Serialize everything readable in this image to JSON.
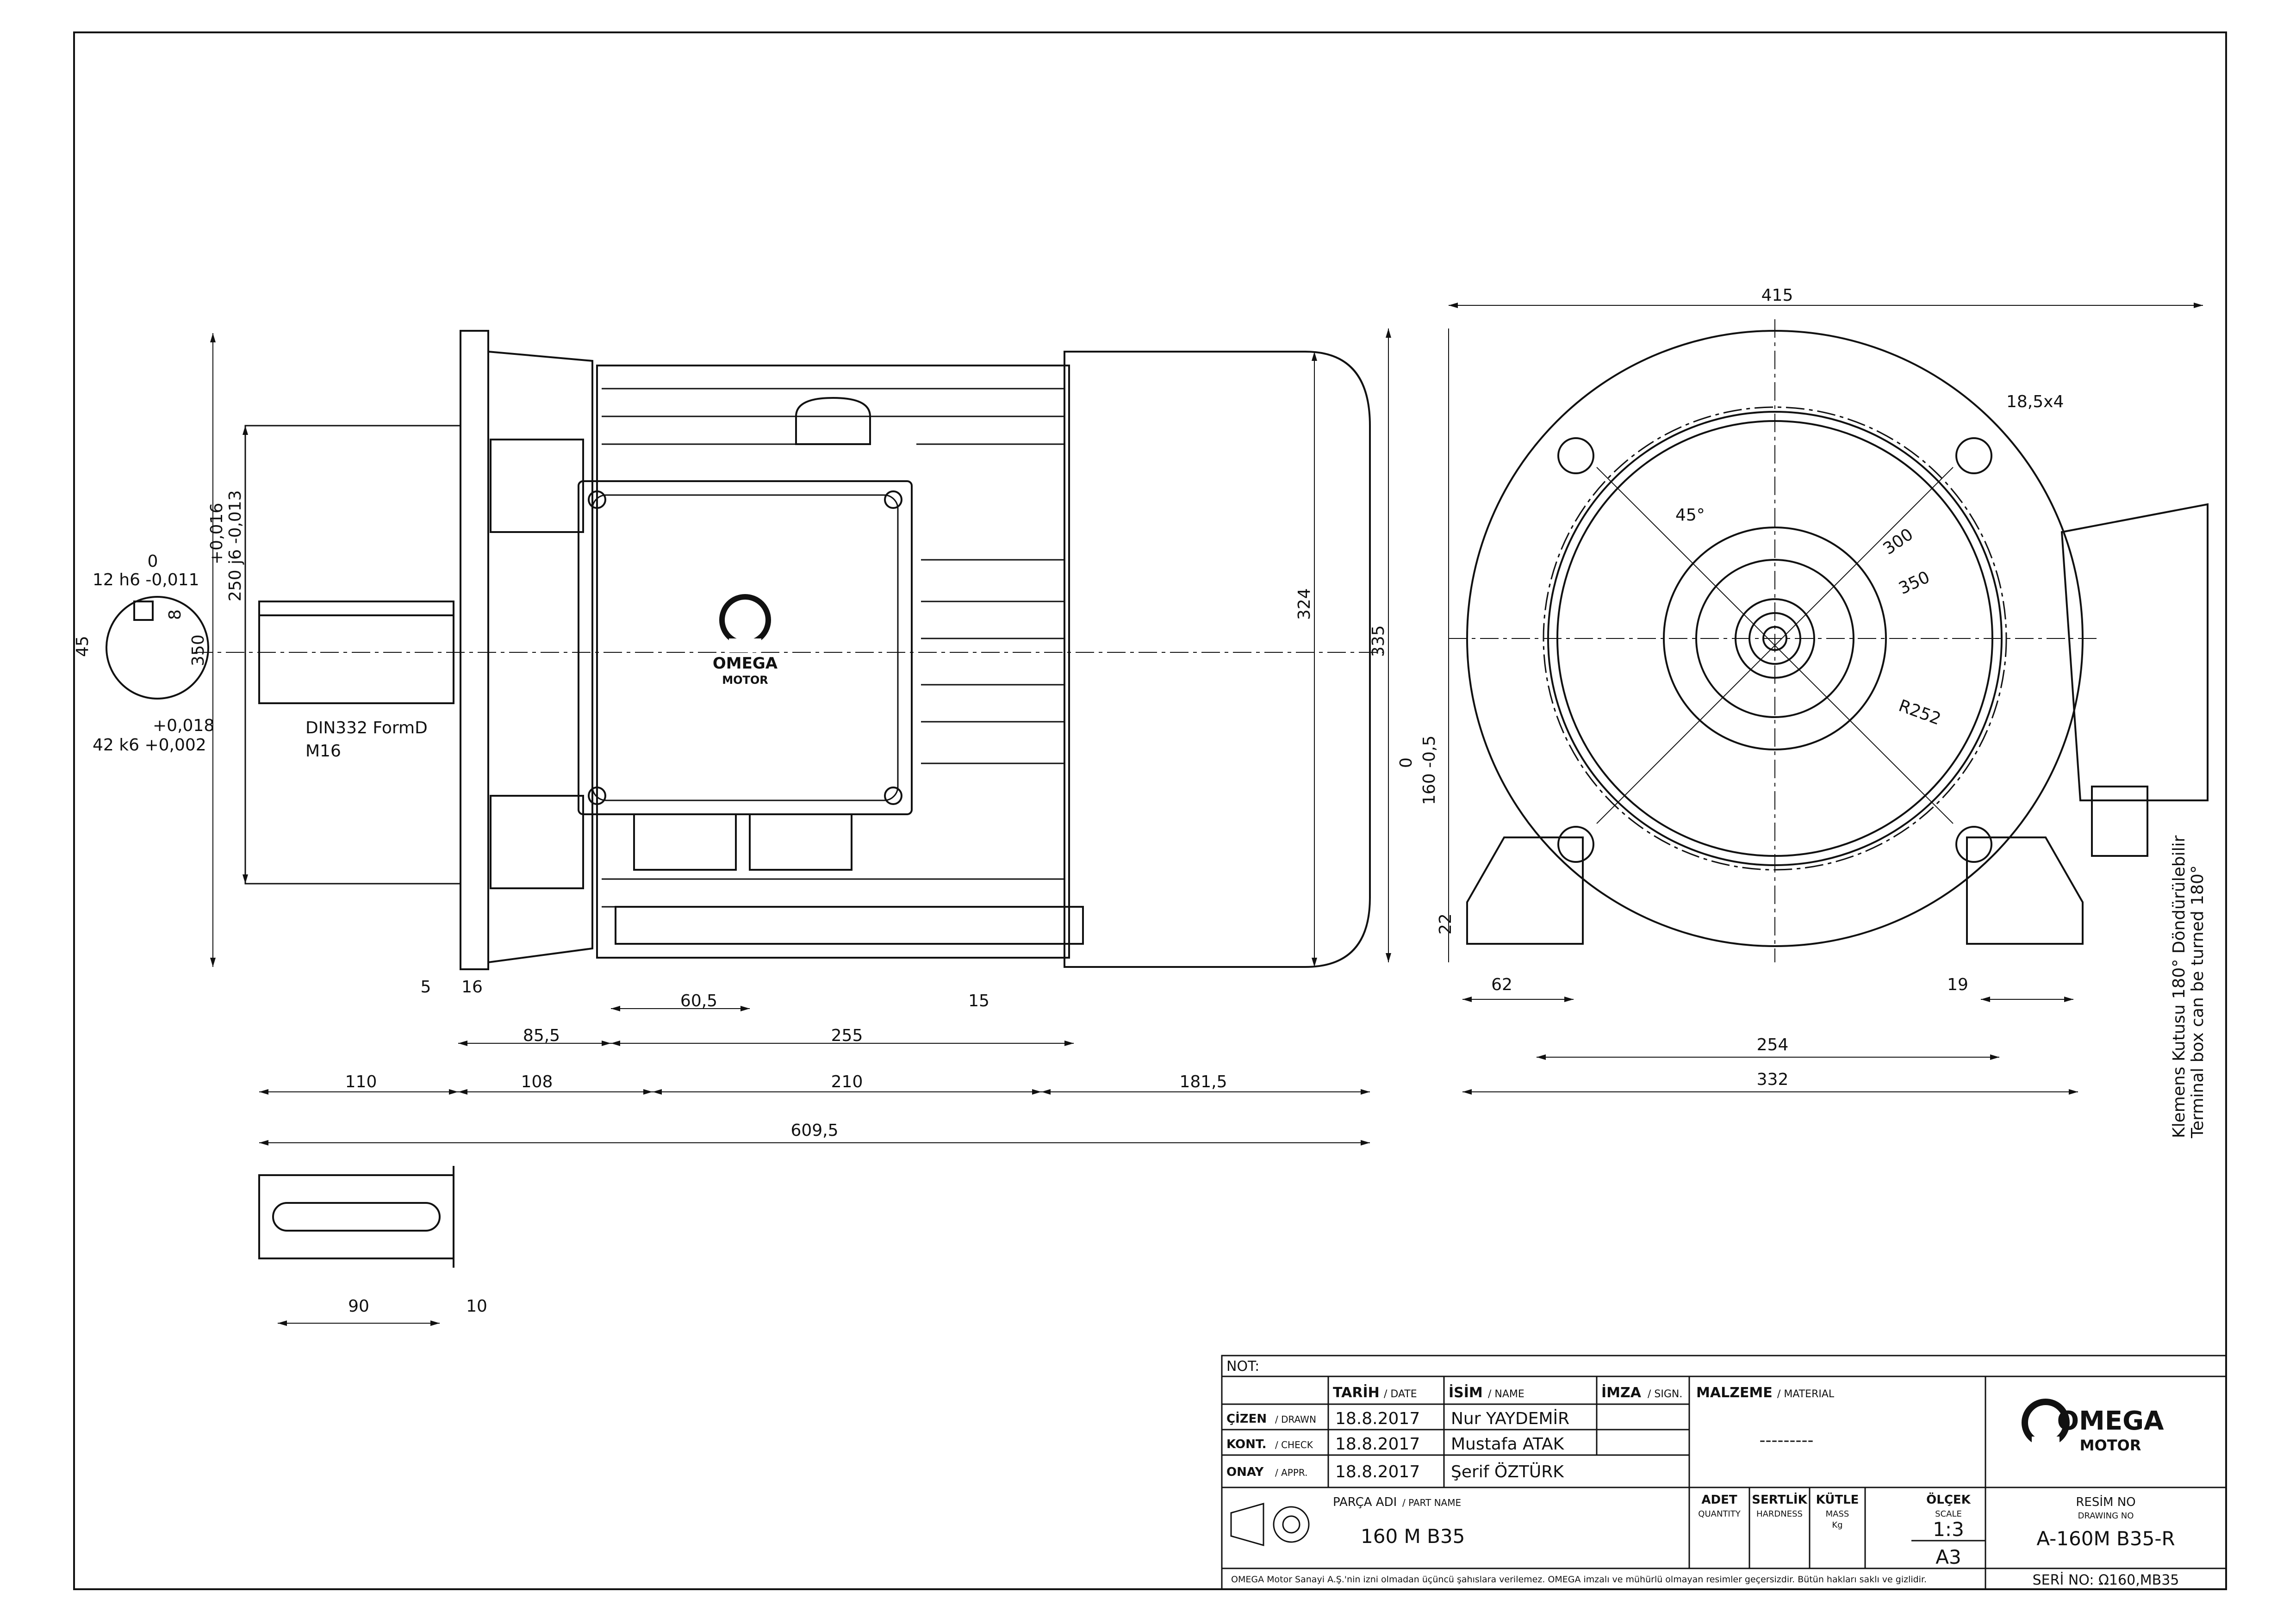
{
  "dimensions": {
    "d415": "415",
    "d18_5x4": "18,5x4",
    "d45deg": "45°",
    "d300": "300",
    "d350": "350",
    "r252": "R252",
    "d324": "324",
    "d335": "335",
    "d0": "0",
    "d160": "160 -0,5",
    "d22": "22",
    "d62": "62",
    "d19": "19",
    "d254": "254",
    "d332": "332",
    "d5": "5",
    "d16": "16",
    "d60_5": "60,5",
    "d15": "15",
    "d85_5": "85,5",
    "d255": "255",
    "d110": "110",
    "d108": "108",
    "d210": "210",
    "d181_5": "181,5",
    "d609_5": "609,5",
    "d90": "90",
    "d10": "10",
    "shaft_0": "0",
    "shaft_12h6": "12 h6 -0,011",
    "shaft_8": "8",
    "shaft_45": "45",
    "shaft_350": "350",
    "shaft_018": "+0,018",
    "shaft_42k6": "42 k6 +0,002",
    "flange_tol1": "+0,016",
    "flange_tol2": "250 j6 -0,013",
    "din_note1": "DIN332 FormD",
    "din_note2": "M16",
    "terminal_note1": "Klemens Kutusu 180° Döndürülebilir",
    "terminal_note2": "Terminal box can be turned 180°"
  },
  "logo": {
    "brand": "OMEGA",
    "sub": "MOTOR"
  },
  "title_block": {
    "not_label": "NOT:",
    "col_date": "TARİH",
    "col_date_en": "/ DATE",
    "col_name": "İSİM",
    "col_name_en": "/ NAME",
    "col_sign": "İMZA",
    "col_sign_en": "/ SIGN.",
    "material_label": "MALZEME",
    "material_label_en": "/ MATERIAL",
    "material_value": "---------",
    "rows": [
      {
        "role": "ÇİZEN",
        "role_en": "/ DRAWN",
        "date": "18.8.2017",
        "name": "Nur YAYDEMİR"
      },
      {
        "role": "KONT.",
        "role_en": "/ CHECK",
        "date": "18.8.2017",
        "name": "Mustafa ATAK"
      },
      {
        "role": "ONAY",
        "role_en": "/ APPR.",
        "date": "18.8.2017",
        "name": "Şerif ÖZTÜRK"
      }
    ],
    "part_label": "PARÇA ADI",
    "part_label_en": "/ PART NAME",
    "part_value": "160 M B35",
    "adet": "ADET",
    "adet_en": "QUANTITY",
    "sertlik": "SERTLİK",
    "sertlik_en": "HARDNESS",
    "kutle": "KÜTLE",
    "kutle_en1": "MASS",
    "kutle_en2": "Kg",
    "olcek": "ÖLÇEK",
    "olcek_en": "SCALE",
    "scale_value": "1:3",
    "sheet": "A3",
    "resim_no": "RESİM NO",
    "resim_no_en": "DRAWING NO",
    "drawing_no": "A-160M B35-R",
    "seri_no": "SERİ NO: Ω160,MB35",
    "disclaimer": "OMEGA Motor Sanayi A.Ş.'nin izni olmadan üçüncü şahıslara verilemez. OMEGA imzalı ve mühürlü olmayan resimler geçersizdir. Bütün hakları saklı ve gizlidir."
  }
}
